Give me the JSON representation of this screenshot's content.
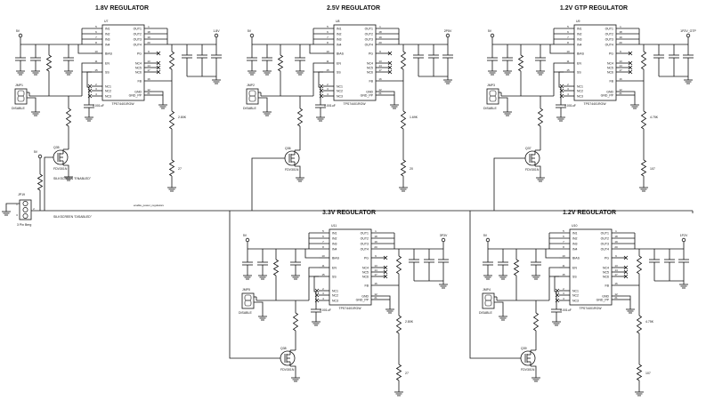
{
  "part_number": "TPS74401RGW",
  "left_pins": [
    {
      "name": "IN1",
      "num": "5"
    },
    {
      "name": "IN2",
      "num": "6"
    },
    {
      "name": "IN3",
      "num": "7"
    },
    {
      "name": "IN4",
      "num": "8"
    },
    {
      "name": "BIAS",
      "num": "10"
    },
    {
      "name": "EN",
      "num": "11"
    },
    {
      "name": "SS",
      "num": "15"
    },
    {
      "name": "NC1",
      "num": "2"
    },
    {
      "name": "NC2",
      "num": "3"
    },
    {
      "name": "NC3",
      "num": "4"
    }
  ],
  "right_pins": [
    {
      "name": "OUT1",
      "num": "1"
    },
    {
      "name": "OUT2",
      "num": "18"
    },
    {
      "name": "OUT3",
      "num": "19"
    },
    {
      "name": "OUT4",
      "num": "20"
    },
    {
      "name": "PG",
      "num": "9"
    },
    {
      "name": "NC4",
      "num": "13"
    },
    {
      "name": "NC5",
      "num": "14"
    },
    {
      "name": "NC6",
      "num": "17"
    },
    {
      "name": "FB",
      "num": "16"
    },
    {
      "name": "GND",
      "num": "12"
    },
    {
      "name": "GND_PP",
      "num": "21"
    }
  ],
  "input_label": "5V",
  "jumper_label": "DISABLE",
  "ss_cap_value": "0.001uF",
  "transistor_part": "FDV301N",
  "regulators": [
    {
      "title": "1.8V REGULATOR",
      "ref": "U7",
      "output": "1.8V",
      "jumper": "JMP1",
      "fb_top": "2.80K",
      "fb_bottom": "27",
      "transistor": "Q35",
      "has_fet": true
    },
    {
      "title": "2.5V REGULATOR",
      "ref": "U8",
      "output": "2P5V",
      "jumper": "JMP2",
      "fb_top": "1.69K",
      "fb_bottom": "20",
      "transistor": "Q36",
      "has_fet": true
    },
    {
      "title": "1.2V GTP REGULATOR",
      "ref": "U9",
      "output": "1P2V_GTP",
      "jumper": "JMP3",
      "fb_top": "4.75K",
      "fb_bottom": "107",
      "transistor": "Q37",
      "has_fet": true
    },
    {
      "title": "3.3V REGULATOR",
      "ref": "U11",
      "output": "3P3V",
      "jumper": "JMP5",
      "fb_top": "2.80K",
      "fb_bottom": "27",
      "transistor": "Q38",
      "has_fet": true
    },
    {
      "title": "1.2V REGULATOR",
      "ref": "U10",
      "output": "1P2V",
      "jumper": "JMP4",
      "fb_top": "4.75K",
      "fb_bottom": "107",
      "transistor": "Q39",
      "has_fet": true
    }
  ],
  "enable_header": {
    "ref": "JP19",
    "label": "3 Pin Berg",
    "pins": [
      "1",
      "2",
      "3"
    ],
    "supply": "5V",
    "silkscreen_enabled": "SILKSCREEN \"ENABLED\"",
    "silkscreen_disabled": "SILKSCREEN \"DISABLED\"",
    "net": "enable_power_regulators"
  },
  "colors": {
    "ink": "#111111",
    "background": "#ffffff"
  }
}
